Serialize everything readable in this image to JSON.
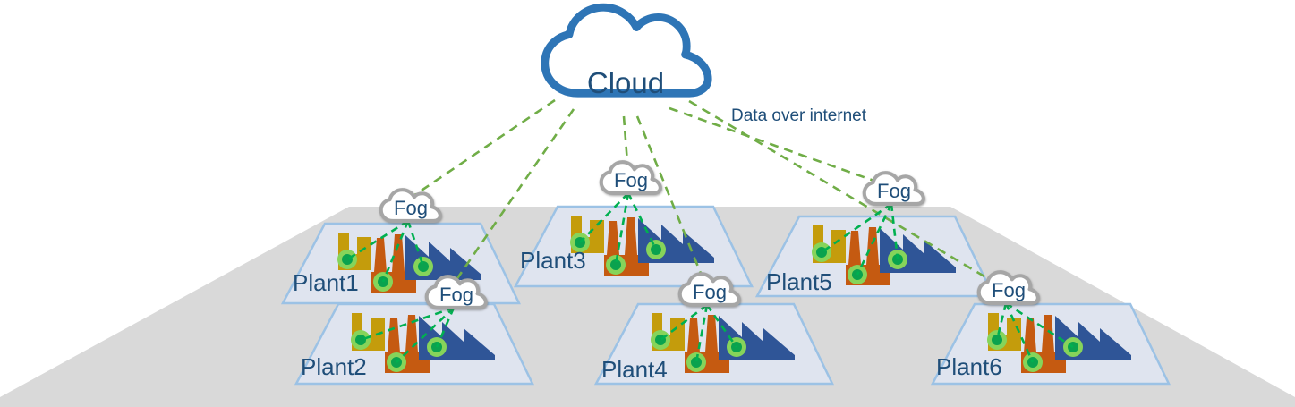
{
  "cloud": {
    "label": "Cloud"
  },
  "annotation": {
    "label": "Data over internet"
  },
  "fog_nodes": [
    {
      "label": "Fog",
      "serves": "Plant1"
    },
    {
      "label": "Fog",
      "serves": "Plant2"
    },
    {
      "label": "Fog",
      "serves": "Plant3"
    },
    {
      "label": "Fog",
      "serves": "Plant4"
    },
    {
      "label": "Fog",
      "serves": "Plant5"
    },
    {
      "label": "Fog",
      "serves": "Plant6"
    }
  ],
  "plants": [
    {
      "label": "Plant1",
      "sensor_count": 3
    },
    {
      "label": "Plant2",
      "sensor_count": 3
    },
    {
      "label": "Plant3",
      "sensor_count": 3
    },
    {
      "label": "Plant4",
      "sensor_count": 3
    },
    {
      "label": "Plant5",
      "sensor_count": 3
    },
    {
      "label": "Plant6",
      "sensor_count": 3
    }
  ],
  "connections": {
    "cloud_to_fog": [
      "Plant1",
      "Plant2",
      "Plant3",
      "Plant4",
      "Plant5",
      "Plant6"
    ],
    "fog_to_sensors_per_plant": 3
  },
  "icons": {
    "cloud": "cloud-outline-icon",
    "fog": "small-cloud-icon",
    "buildings": [
      "gold-warehouse-icon",
      "orange-factory-chimneys-icon",
      "blue-sawtooth-factory-icon"
    ],
    "sensor": "green-dot-sensor-icon"
  },
  "colors": {
    "cloud-outline": "#2E75B6",
    "fog-outline": "#A6A6A6",
    "label-text": "#1F4E79",
    "link-internet": "#70AD47",
    "link-fog": "#00B050",
    "ground": "#D9D9D9",
    "platform-fill": "#DFE4EF",
    "platform-border": "#9CC2E5",
    "factory-gold": "#C49C0C",
    "factory-orange": "#C55A11",
    "factory-blue": "#2F5597",
    "sensor-ring": "#86D45A",
    "sensor-core": "#0AA24E"
  }
}
